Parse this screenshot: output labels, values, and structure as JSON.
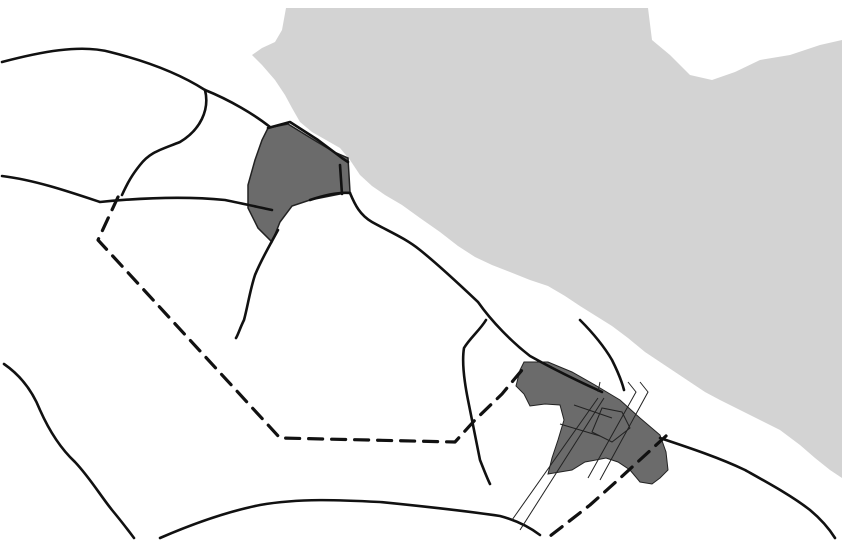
{
  "map": {
    "colors": {
      "background": "#ffffff",
      "water": "#d3d3d3",
      "urban_area": "#6b6b6b",
      "road": "#111111",
      "boundary": "#111111"
    },
    "layers": [
      "water-body",
      "urban-areas",
      "roads",
      "dashed-boundary"
    ]
  }
}
